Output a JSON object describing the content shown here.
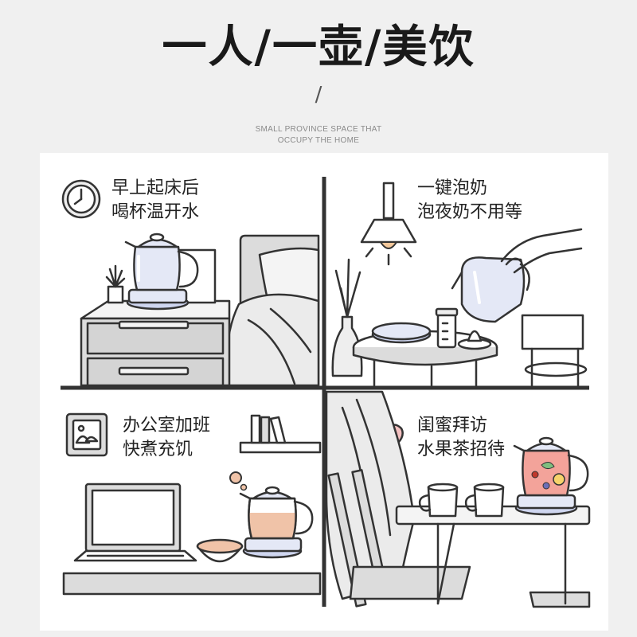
{
  "header": {
    "title": "一人/一壶/美饮",
    "divider": "/",
    "subtitle_line1": "SMALL PROVINCE SPACE THAT",
    "subtitle_line2": "OCCUPY THE HOME"
  },
  "scenes": [
    {
      "line1": "早上起床后",
      "line2": "喝杯温开水",
      "icon": "clock-icon"
    },
    {
      "line1": "一键泡奶",
      "line2": "泡夜奶不用等",
      "icon": "pendant-lamp-icon"
    },
    {
      "line1": "办公室加班",
      "line2": "快煮充饥",
      "icon": "food-picture-icon"
    },
    {
      "line1": "闺蜜拜访",
      "line2": "水果茶招待",
      "icon": "heart-icon"
    }
  ],
  "colors": {
    "background": "#f0f0f0",
    "panel": "#ffffff",
    "line": "#333333",
    "kettle_tint": "#e4e8f6",
    "kettle_base": "#cfd6f0",
    "milk_tea": "#f0c3a8",
    "fruit_tea": "#f3a39a",
    "heart": "#f3c0c0",
    "furniture": "#dcdcdc"
  }
}
